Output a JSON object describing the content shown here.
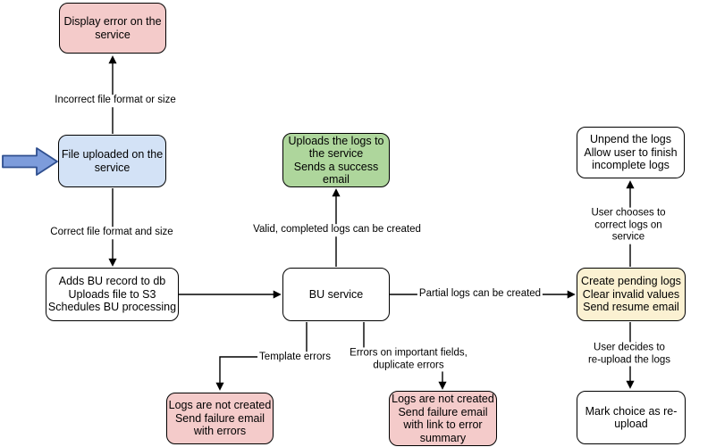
{
  "diagram": {
    "nodes": [
      {
        "id": "display-error-on-service",
        "text": "Display error on the\nservice",
        "fill": "#F4CBCA"
      },
      {
        "id": "file-uploaded-on-service",
        "text": "File uploaded on the\nservice",
        "fill": "#D3E2F6"
      },
      {
        "id": "adds-bu-record",
        "text": "Adds BU record to db\nUploads file to S3\nSchedules BU processing",
        "fill": "#FFFFFF"
      },
      {
        "id": "uploads-logs-success",
        "text": "Uploads the logs to\nthe service\nSends a success\nemail",
        "fill": "#AED69C"
      },
      {
        "id": "bu-service",
        "text": "BU service",
        "fill": "#FFFFFF"
      },
      {
        "id": "unpend-logs",
        "text": "Unpend the logs\nAllow user to finish\nincomplete logs",
        "fill": "#FFFFFF"
      },
      {
        "id": "create-pending-logs",
        "text": "Create pending logs\nClear invalid values\nSend resume email",
        "fill": "#FBF1D2"
      },
      {
        "id": "mark-choice-reupload",
        "text": "Mark choice as re-\nupload",
        "fill": "#FFFFFF"
      },
      {
        "id": "logs-not-created-errors",
        "text": "Logs are not created\nSend failure email\nwith errors",
        "fill": "#F4CBCA"
      },
      {
        "id": "logs-not-created-summary",
        "text": "Logs are not created\nSend failure email\nwith link to error\nsummary",
        "fill": "#F4CBCA"
      }
    ],
    "edge_labels": [
      {
        "text": "Incorrect file format or size"
      },
      {
        "text": "Correct file format and size"
      },
      {
        "text": "Valid, completed logs can be created"
      },
      {
        "text": "Partial logs can be created"
      },
      {
        "text": "Template errors"
      },
      {
        "text": "Errors on important fields,\nduplicate errors"
      },
      {
        "text": "User chooses to correct logs on service"
      },
      {
        "text": "User decides to re-upload the logs"
      }
    ],
    "icons": {
      "input_arrow": "thick-right-arrow"
    },
    "colors": {
      "node_pink": "#F4CBCA",
      "node_blue": "#D3E2F6",
      "node_green": "#AED69C",
      "node_yellow": "#FBF1D2",
      "node_white": "#FFFFFF",
      "edge_stroke": "#000000",
      "input_arrow_fill": "#7D9CDB",
      "input_arrow_stroke": "#2F4F8F"
    }
  }
}
